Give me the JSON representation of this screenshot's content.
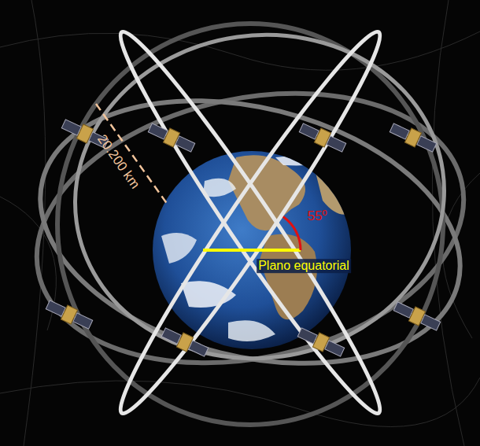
{
  "diagram": {
    "labels": [
      "20.200 km",
      "55º",
      "Plano equatorial"
    ]
  }
}
